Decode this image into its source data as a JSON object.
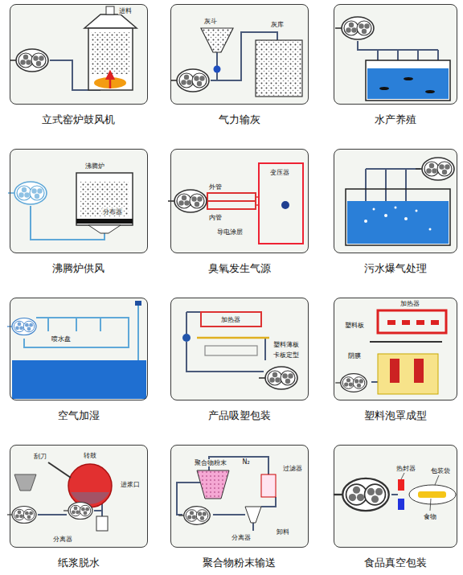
{
  "diagram": {
    "nodes": [
      {
        "text": [
          "立式窑炉鼓风机"
        ]
      },
      {
        "text": [
          "气力输灰"
        ]
      },
      {
        "text": [
          "水产养殖"
        ]
      },
      {
        "text": [
          "沸腾炉供风"
        ]
      },
      {
        "text": [
          "臭氧发生气源"
        ]
      },
      {
        "text": [
          "污水爆气处理"
        ]
      },
      {
        "text": [
          "空气加湿"
        ]
      },
      {
        "text": [
          "产品吸塑包装"
        ]
      },
      {
        "text": [
          "塑料泡罩成型"
        ]
      },
      {
        "text": [
          "纸浆脱水"
        ]
      },
      {
        "text": [
          "聚合物粉末输送"
        ]
      },
      {
        "text": [
          "食品真空包装"
        ]
      }
    ],
    "labels": [
      "进料",
      "灰斗",
      "灰库",
      "沸腾炉",
      "分布器",
      "外管",
      "变压器",
      "内管",
      "导电涂层",
      "喷水盘",
      "加热器",
      "塑料薄板",
      "卡板定型",
      "加热器",
      "塑料板",
      "阴膜",
      "刮刀",
      "转鼓",
      "进浆口",
      "分离器",
      "聚合物粉末",
      "N₂",
      "过滤器",
      "分离器",
      "卸料",
      "热封器",
      "包装袋",
      "食物"
    ]
  }
}
